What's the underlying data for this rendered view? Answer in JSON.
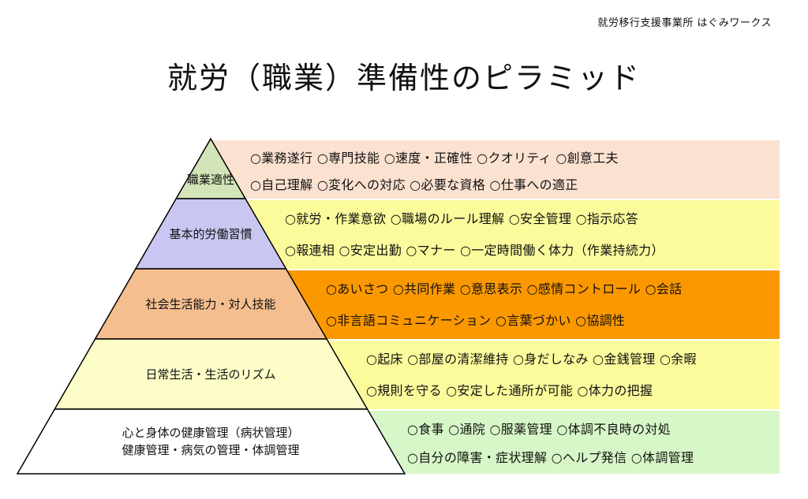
{
  "header": {
    "organization": "就労移行支援事業所 はぐみワークス",
    "title": "就労（職業）準備性のピラミッド"
  },
  "levels": [
    {
      "label": "職業適性",
      "color": "#d3e5b8",
      "band_color": "#fbe1d0",
      "rows": [
        "○業務遂行 ○専門技能 ○速度・正確性 ○クオリティ ○創意工夫",
        "○自己理解 ○変化への対応 ○必要な資格 ○仕事への適正"
      ]
    },
    {
      "label": "基本的労働習慣",
      "color": "#c9c6f2",
      "band_color": "#fbfb9c",
      "rows": [
        "○就労・作業意欲 ○職場のルール理解 ○安全管理 ○指示応答",
        "○報連相 ○安定出勤 ○マナー ○一定時間働く体力（作業持続力）"
      ]
    },
    {
      "label": "社会生活能力・対人技能",
      "color": "#f5be8f",
      "band_color": "#fb9800",
      "rows": [
        "○あいさつ ○共同作業 ○意思表示 ○感情コントロール ○会話",
        "○非言語コミュニケーション ○言葉づかい ○協調性"
      ]
    },
    {
      "label": "日常生活・生活のリズム",
      "color": "#fdfdc8",
      "band_color": "#fbfb9c",
      "rows": [
        "○起床 ○部屋の清潔維持 ○身だしなみ ○金銭管理 ○余暇",
        "○規則を守る ○安定した通所が可能 ○体力の把握"
      ]
    },
    {
      "label": "心と身体の健康管理（病状管理）",
      "label2": "健康管理・病気の管理・体調管理",
      "color": "#ffffff",
      "band_color": "#d8f7c8",
      "rows": [
        "○食事 ○通院 ○服薬管理 ○体調不良時の対処",
        "○自分の障害・症状理解 ○ヘルプ発信 ○体調管理"
      ]
    }
  ]
}
